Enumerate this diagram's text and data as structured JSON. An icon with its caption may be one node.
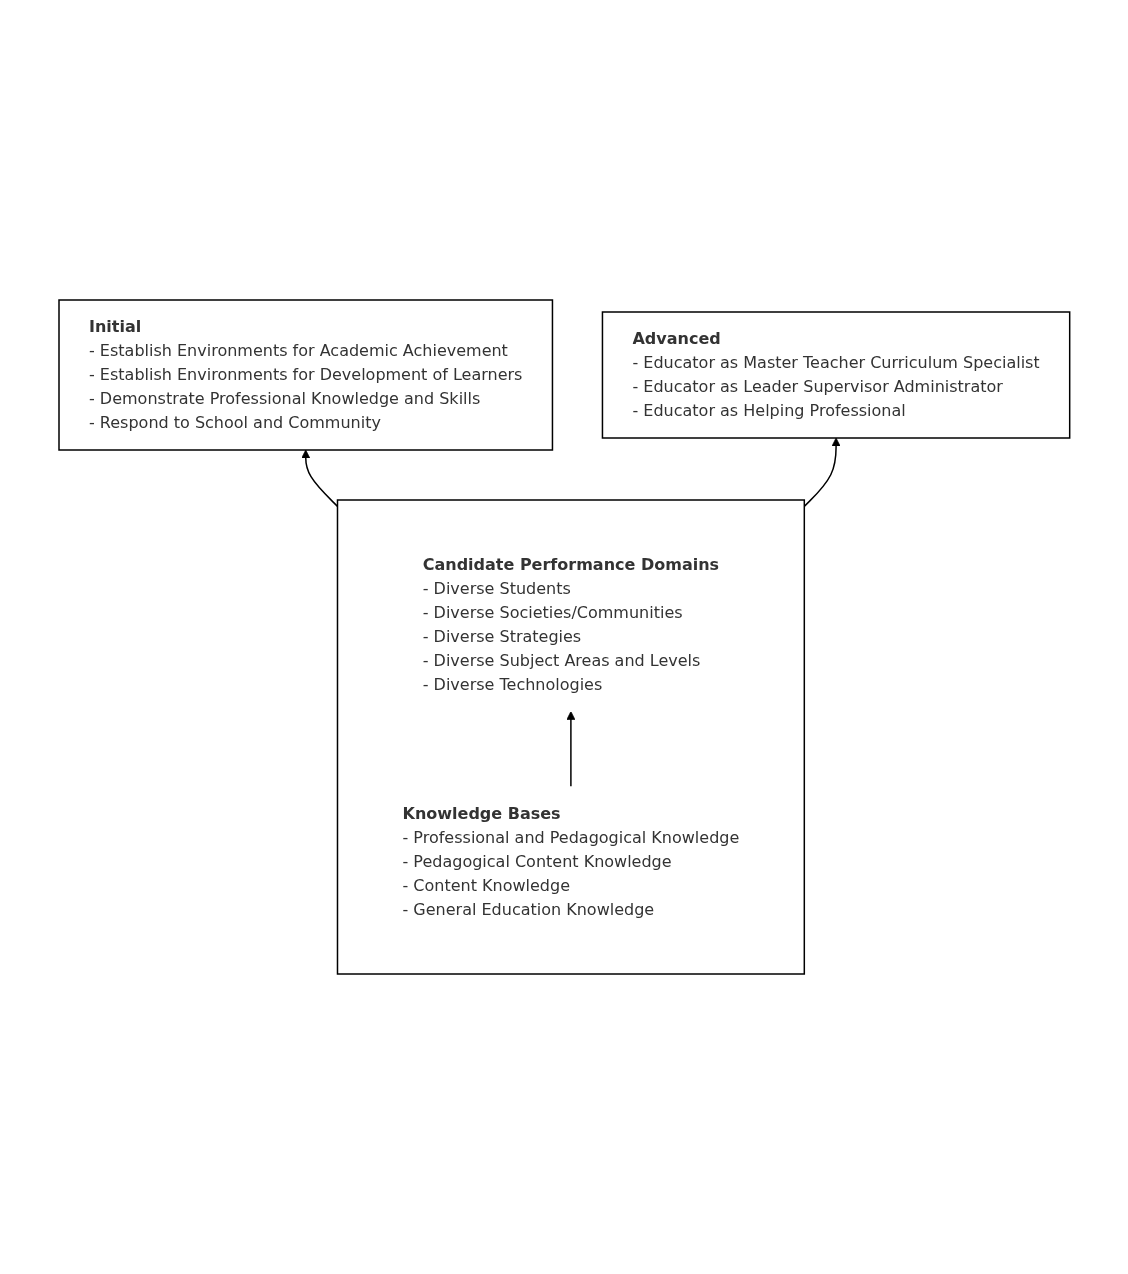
{
  "diagram": {
    "nodes": [
      {
        "text": [
          "Initial",
          "- Establish Environments for Academic Achievement",
          "- Establish Environments for Development of Learners",
          "- Demonstrate Professional Knowledge and Skills",
          "- Respond to School and Community"
        ]
      },
      {
        "text": [
          "Advanced",
          "- Educator as Master Teacher Curriculum Specialist",
          "- Educator as Leader Supervisor Administrator",
          "- Educator as Helping Professional"
        ]
      },
      {
        "text": [],
        "shape": "box"
      },
      {
        "text": [
          "Candidate Performance Domains",
          "- Diverse Students",
          "- Diverse Societies/Communities",
          "- Diverse Strategies",
          "- Diverse Subject Areas and Levels",
          "- Diverse Technologies"
        ],
        "in": 2
      },
      {
        "text": [
          "Knowledge Bases",
          "- Professional and Pedagogical Knowledge",
          "- Pedagogical Content Knowledge",
          "- Content Knowledge",
          "- General Education Knowledge"
        ],
        "in": 2
      }
    ],
    "edges": [
      {
        "from": 2,
        "to": 0,
        "arrow": "to"
      },
      {
        "from": 2,
        "to": 1,
        "arrow": "to"
      },
      {
        "from": 4,
        "to": 3,
        "arrow": "to"
      }
    ]
  }
}
